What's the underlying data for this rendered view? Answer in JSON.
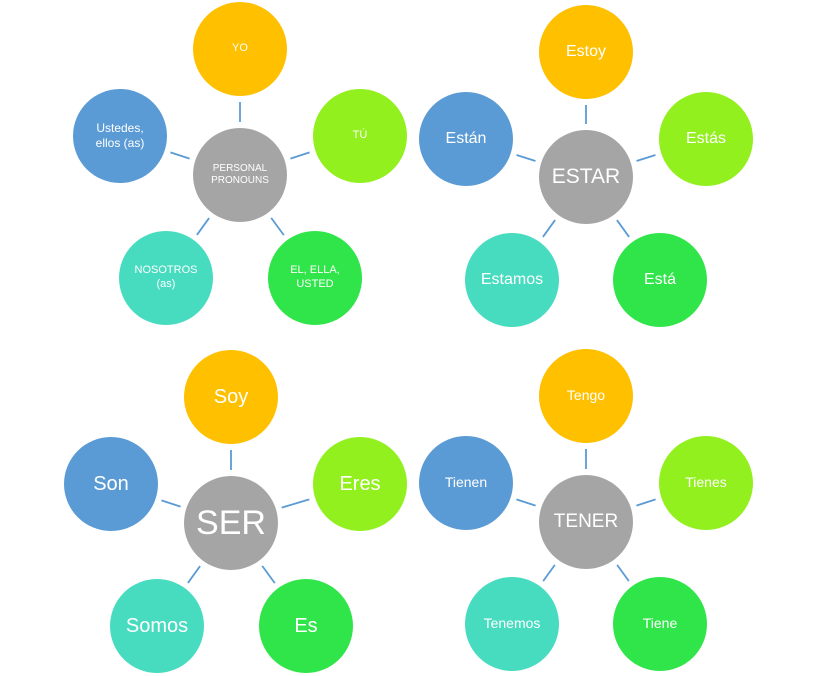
{
  "colors": {
    "center": "#a5a5a5",
    "top": "#ffc000",
    "right": "#92f01e",
    "bottom_right": "#30e54a",
    "bottom_left": "#47dcc0",
    "left": "#5b9bd5",
    "line": "#5b9bd5"
  },
  "clusters": [
    {
      "center": "PERSONAL\nPRONOUNS",
      "top": "YO",
      "right": "TÚ",
      "bottom_right": "EL, ELLA,\nUSTED",
      "bottom_left": "NOSOTROS\n(as)",
      "left": "Ustedes,\nellos (as)"
    },
    {
      "center": "ESTAR",
      "top": "Estoy",
      "right": "Estás",
      "bottom_right": "Está",
      "bottom_left": "Estamos",
      "left": "Están"
    },
    {
      "center": "SER",
      "top": "Soy",
      "right": "Eres",
      "bottom_right": "Es",
      "bottom_left": "Somos",
      "left": "Son"
    },
    {
      "center": "TENER",
      "top": "Tengo",
      "right": "Tienes",
      "bottom_right": "Tiene",
      "bottom_left": "Tenemos",
      "left": "Tienen"
    }
  ]
}
